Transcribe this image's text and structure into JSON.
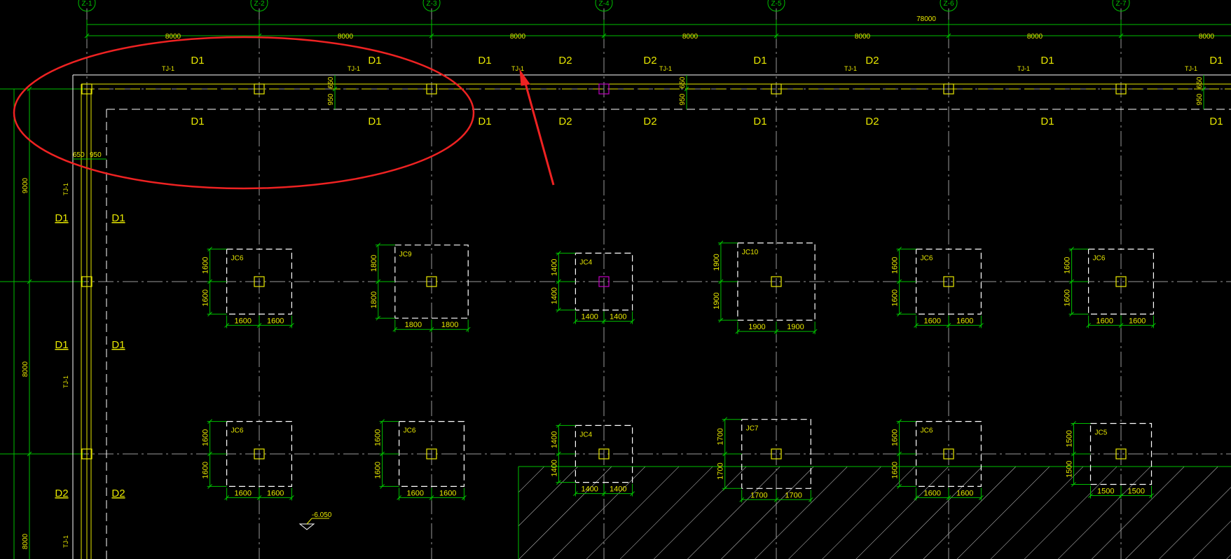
{
  "axes": [
    "Z-1",
    "Z-2",
    "Z-3",
    "Z-4",
    "Z-5",
    "Z-6",
    "Z-7"
  ],
  "total_dimension": "78000",
  "bay_dimensions": [
    "8000",
    "8000",
    "8000",
    "8000",
    "8000",
    "8000",
    "8000"
  ],
  "left_dimensions": [
    "9000",
    "8000",
    "8000"
  ],
  "wall_dims": {
    "upper": "650",
    "lower": "950"
  },
  "corner_dims": [
    "650",
    "950"
  ],
  "beam_label": "TJ-1",
  "elevation": "-6.050",
  "top_wall_labels": [
    "D1",
    "D1",
    "D1",
    "D2",
    "D2",
    "D1",
    "D2",
    "D1",
    "D1"
  ],
  "inner_wall_labels": [
    "D1",
    "D1",
    "D1",
    "D2",
    "D2",
    "D1",
    "D2",
    "D1",
    "D1"
  ],
  "left_wall_labels": [
    "D1",
    "D1",
    "D2"
  ],
  "footings_row1": [
    {
      "name": "JC6",
      "half_x": "1600",
      "half_y": "1600"
    },
    {
      "name": "JC9",
      "half_x": "1800",
      "half_y": "1800"
    },
    {
      "name": "JC4",
      "half_x": "1400",
      "half_y": "1400"
    },
    {
      "name": "JC10",
      "half_x": "1900",
      "half_y": "1900"
    },
    {
      "name": "JC6",
      "half_x": "1600",
      "half_y": "1600"
    },
    {
      "name": "JC6",
      "half_x": "1600",
      "half_y": "1600"
    }
  ],
  "footings_row2": [
    {
      "name": "JC6",
      "half_x": "1600",
      "half_y": "1600"
    },
    {
      "name": "JC6",
      "half_x": "1600",
      "half_y": "1600"
    },
    {
      "name": "JC4",
      "half_x": "1400",
      "half_y": "1400"
    },
    {
      "name": "JC7",
      "half_x": "1700",
      "half_y": "1700"
    },
    {
      "name": "JC6",
      "half_x": "1600",
      "half_y": "1600"
    },
    {
      "name": "JC5",
      "half_x": "1500",
      "half_y": "1500"
    }
  ],
  "colors": {
    "background": "#000000",
    "dimension": "#00c000",
    "label": "#e8e800",
    "wall": "#ffffff",
    "grid": "#9a9a9a",
    "highlight": "#ee2222",
    "selected_column": "#c000c0"
  }
}
